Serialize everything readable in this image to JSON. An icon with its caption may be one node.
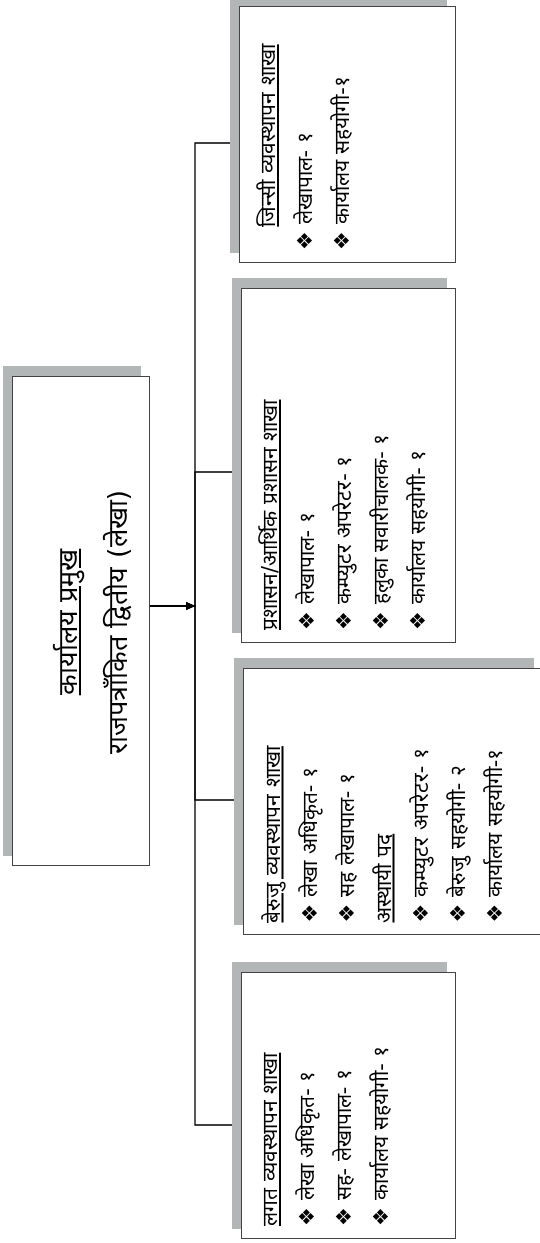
{
  "diagram": {
    "nodes": [
      {
        "text": [
          "कार्यालय प्रमुख",
          "राजपत्राँकित द्वितीय (लेखा)"
        ]
      },
      {
        "text": [
          "लगत व्यवस्थापन शाखा",
          "❖ लेखा अधिकृत- १",
          "❖ सह- लेखापाल- १",
          "❖ कार्यालय सहयोगी- १"
        ]
      },
      {
        "text": [
          "बेरुजु व्यवस्थापन शाखा",
          "❖ लेखा अधिकृत- १",
          "❖ सह लेखापाल- १",
          "अस्थायी पद",
          "❖ कम्प्युटर अपरेटर- १",
          "❖ बेरुजु सहयोगी- २",
          "❖ कार्यालय सहयोगी-१"
        ]
      },
      {
        "text": [
          "प्रशासन/आर्थिक प्रशासन शाखा",
          "❖ लेखापाल- १",
          "❖ कम्प्युटर अपरेटर- १",
          "❖ हलुका सवारीचालक- १",
          "❖ कार्यालय सहयोगी- १"
        ]
      },
      {
        "text": [
          "जिन्सी व्यवस्थापन शाखा",
          "❖ लेखापाल- १",
          "❖ कार्यालय सहयोगी-१"
        ]
      }
    ],
    "edges": [
      {
        "from": 0,
        "to": 1,
        "arrow": "to"
      },
      {
        "from": 0,
        "to": 2,
        "arrow": "to"
      },
      {
        "from": 0,
        "to": 3,
        "arrow": "to"
      },
      {
        "from": 0,
        "to": 4,
        "arrow": "to"
      }
    ]
  }
}
